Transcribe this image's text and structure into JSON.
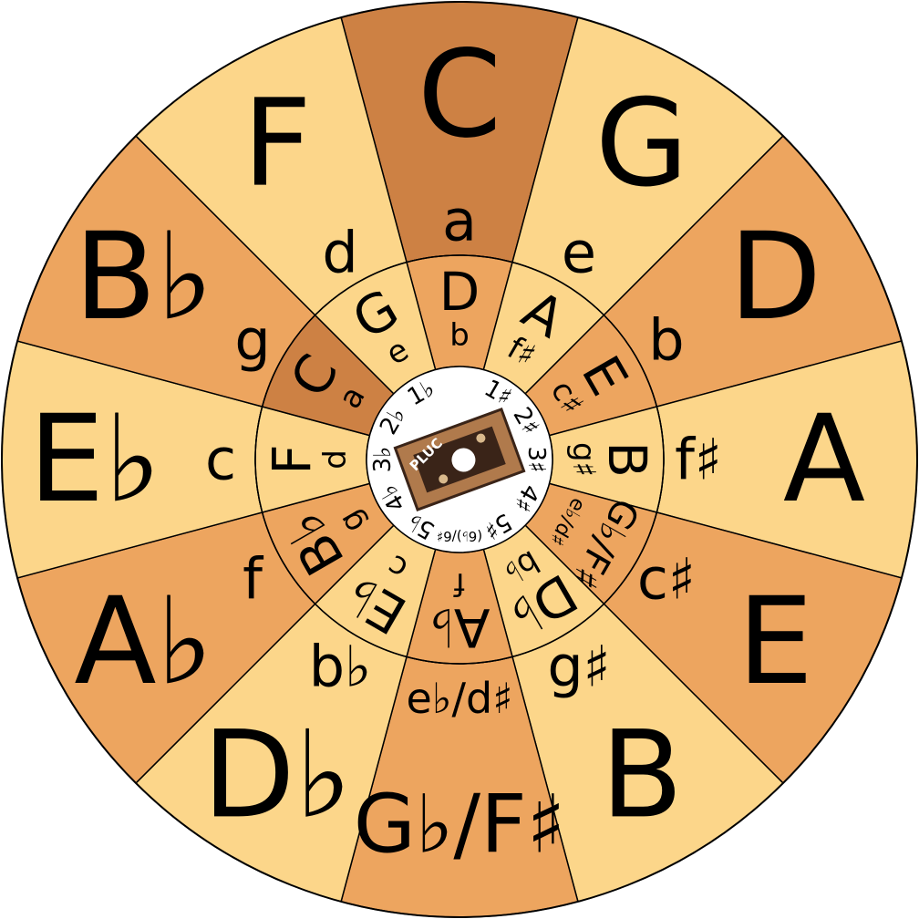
{
  "colors": {
    "light": "#fcd68a",
    "medium": "#eda55f",
    "dark": "#cd8144",
    "line": "#000000",
    "center": "#ffffff",
    "logo_bg": "#b07a4c",
    "logo_dark": "#3a2418"
  },
  "logo": {
    "text": "PLUC"
  },
  "wedges": [
    {
      "major": "C",
      "minor": "a",
      "inner_major": "D",
      "inner_minor": "b",
      "signature": "",
      "outer_fill": "dark",
      "middle_fill": "medium"
    },
    {
      "major": "G",
      "minor": "e",
      "inner_major": "A",
      "inner_minor": "f♯",
      "signature": "1♯",
      "outer_fill": "light",
      "middle_fill": "light"
    },
    {
      "major": "D",
      "minor": "b",
      "inner_major": "E",
      "inner_minor": "c♯",
      "signature": "2♯",
      "outer_fill": "medium",
      "middle_fill": "medium"
    },
    {
      "major": "A",
      "minor": "f♯",
      "inner_major": "B",
      "inner_minor": "g♯",
      "signature": "3♯",
      "outer_fill": "light",
      "middle_fill": "light"
    },
    {
      "major": "E",
      "minor": "c♯",
      "inner_major": "G♭/F♯",
      "inner_minor": "e♭/d♯",
      "signature": "4♯",
      "outer_fill": "medium",
      "middle_fill": "medium"
    },
    {
      "major": "B",
      "minor": "g♯",
      "inner_major": "D♭",
      "inner_minor": "b♭",
      "signature": "5♯",
      "outer_fill": "light",
      "middle_fill": "light"
    },
    {
      "major": "G♭/F♯",
      "minor": "e♭/d♯",
      "inner_major": "A♭",
      "inner_minor": "f",
      "signature": "(6♭)/6♯",
      "outer_fill": "medium",
      "middle_fill": "medium"
    },
    {
      "major": "D♭",
      "minor": "b♭",
      "inner_major": "E♭",
      "inner_minor": "c",
      "signature": "5♭",
      "outer_fill": "light",
      "middle_fill": "light"
    },
    {
      "major": "A♭",
      "minor": "f",
      "inner_major": "B♭",
      "inner_minor": "g",
      "signature": "4♭",
      "outer_fill": "medium",
      "middle_fill": "medium"
    },
    {
      "major": "E♭",
      "minor": "c",
      "inner_major": "F",
      "inner_minor": "d",
      "signature": "3♭",
      "outer_fill": "light",
      "middle_fill": "light"
    },
    {
      "major": "B♭",
      "minor": "g",
      "inner_major": "C",
      "inner_minor": "a",
      "signature": "2♭",
      "outer_fill": "medium",
      "middle_fill": "dark"
    },
    {
      "major": "F",
      "minor": "d",
      "inner_major": "G",
      "inner_minor": "e",
      "signature": "1♭",
      "outer_fill": "light",
      "middle_fill": "light"
    }
  ]
}
